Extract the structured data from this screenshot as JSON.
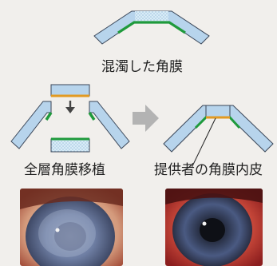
{
  "captions": {
    "top": "混濁した角膜",
    "left": "全層角膜移植",
    "right": "提供者の角膜内皮"
  },
  "photos": {
    "left": "cloudy-eye-photo",
    "right": "clear-eye-photo"
  },
  "colors": {
    "page_background": "#f1efec",
    "cornea_fill": "#b7d4ec",
    "cornea_stroke": "#3a4658",
    "cloud_pattern": "#d9ecf7",
    "endothelium_green": "#1f9a3c",
    "donor_endothelium_orange": "#e29a22",
    "arrow_gray": "#b3b3b3"
  },
  "icons": {
    "down_arrow": "down-arrow-icon",
    "process_arrow": "right-arrow-icon"
  }
}
